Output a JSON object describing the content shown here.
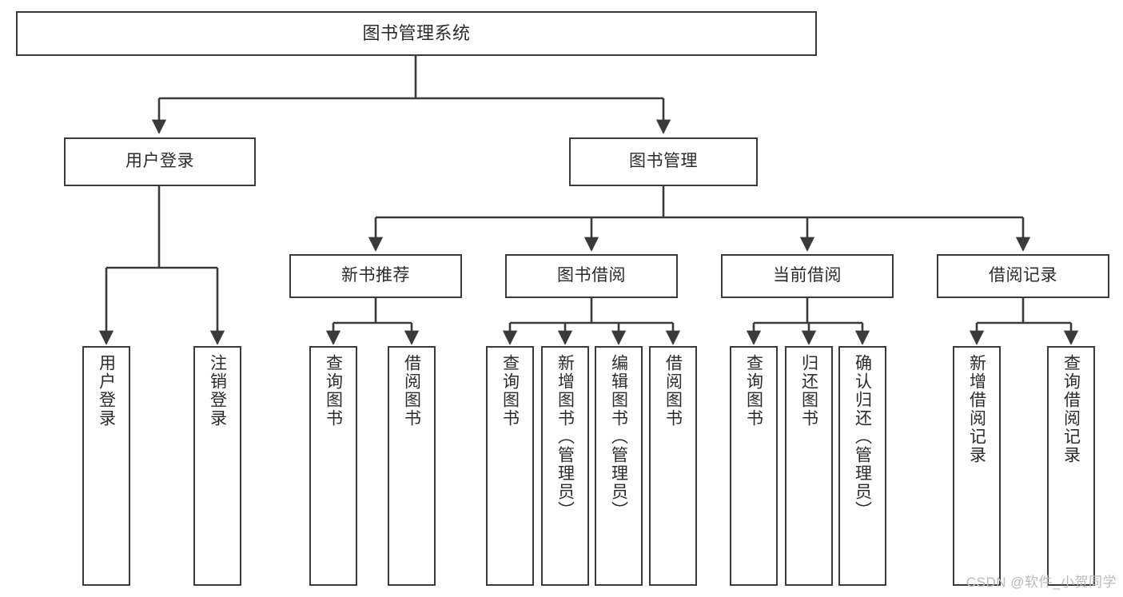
{
  "diagram": {
    "title": "图书管理系统",
    "type": "tree-hierarchy",
    "watermark": "CSDN @软件_小贺同学",
    "accent_color": "#3a3a3a",
    "background_color": "#ffffff",
    "nodes": {
      "root": {
        "label": "图书管理系统"
      },
      "level2": [
        {
          "id": "user-login",
          "label": "用户登录"
        },
        {
          "id": "book-manage",
          "label": "图书管理"
        }
      ],
      "level3": [
        {
          "id": "new-book-recommend",
          "label": "新书推荐"
        },
        {
          "id": "book-borrow",
          "label": "图书借阅"
        },
        {
          "id": "current-borrow",
          "label": "当前借阅"
        },
        {
          "id": "borrow-record",
          "label": "借阅记录"
        }
      ],
      "leaves": {
        "user_login": [
          {
            "id": "leaf-user-login",
            "label": "用户登录"
          },
          {
            "id": "leaf-logout",
            "label": "注销登录"
          }
        ],
        "new_book_recommend": [
          {
            "id": "leaf-query-book-1",
            "label": "查询图书"
          },
          {
            "id": "leaf-borrow-book-1",
            "label": "借阅图书"
          }
        ],
        "book_borrow": [
          {
            "id": "leaf-query-book-2",
            "label": "查询图书"
          },
          {
            "id": "leaf-add-book",
            "label": "新增图书（管理员）"
          },
          {
            "id": "leaf-edit-book",
            "label": "编辑图书（管理员）"
          },
          {
            "id": "leaf-borrow-book-2",
            "label": "借阅图书"
          }
        ],
        "current_borrow": [
          {
            "id": "leaf-query-book-3",
            "label": "查询图书"
          },
          {
            "id": "leaf-return-book",
            "label": "归还图书"
          },
          {
            "id": "leaf-confirm-return",
            "label": "确认归还（管理员）"
          }
        ],
        "borrow_record": [
          {
            "id": "leaf-add-record",
            "label": "新增借阅记录"
          },
          {
            "id": "leaf-query-record",
            "label": "查询借阅记录"
          }
        ]
      }
    }
  }
}
